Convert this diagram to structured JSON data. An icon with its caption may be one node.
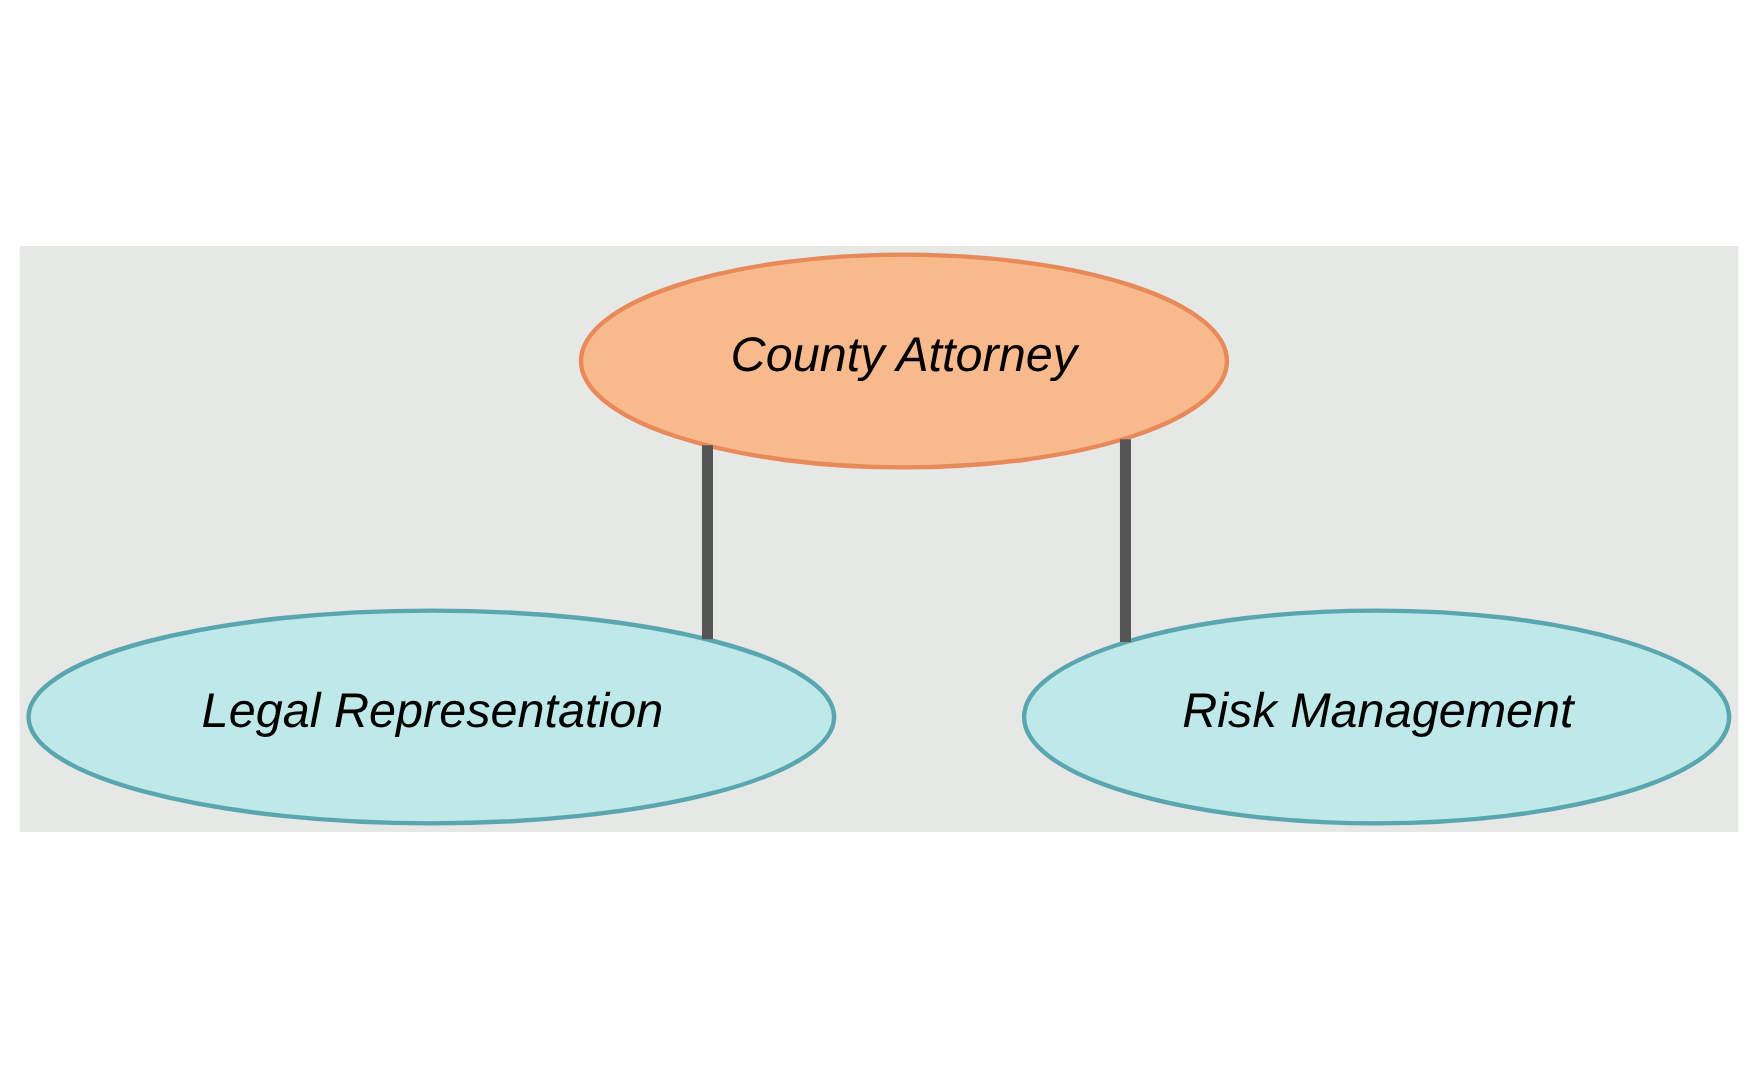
{
  "diagram": {
    "nodes": [
      {
        "text": [
          "County Attorney"
        ]
      },
      {
        "text": [
          "Legal Representation"
        ]
      },
      {
        "text": [
          "Risk Management"
        ]
      }
    ],
    "edges": [
      {
        "from": 0,
        "to": 1,
        "arrow": "none"
      },
      {
        "from": 0,
        "to": 2,
        "arrow": "none"
      }
    ]
  }
}
